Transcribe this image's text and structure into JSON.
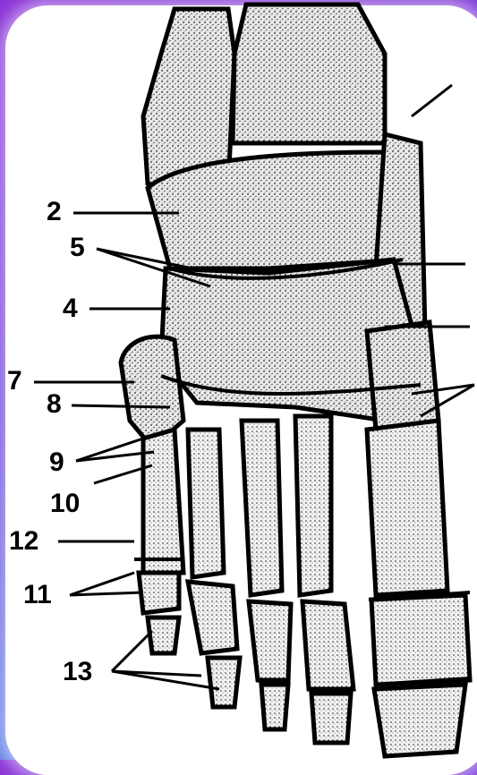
{
  "labels": {
    "l2": "2",
    "l5": "5",
    "l4": "4",
    "l7": "7",
    "l8": "8",
    "l9": "9",
    "l10": "10",
    "l12": "12",
    "l11": "11",
    "l13": "13"
  },
  "colors": {
    "background_top": "#8a34d6",
    "background_bottom": "#5aa0ee",
    "frame": "#ffffff",
    "ink": "#000000"
  }
}
